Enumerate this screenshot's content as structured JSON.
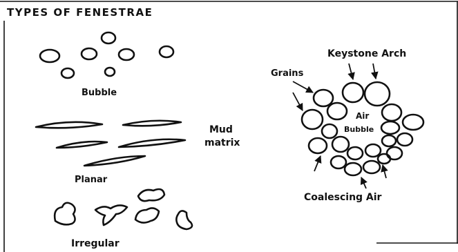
{
  "title": "TYPES OF FENESTRAE",
  "left_panel": {
    "bubble_label": "Bubble",
    "planar_label": "Planar",
    "mud_label_line1": "Mud",
    "mud_label_line2": "matrix",
    "irregular_label": "Irregular"
  },
  "right_panel": {
    "keystone_label": "Keystone Arch",
    "grains_label": "Grains",
    "air_label": "Air",
    "bubble_label": "Bubble",
    "coalescing_label": "Coalescing Air"
  }
}
